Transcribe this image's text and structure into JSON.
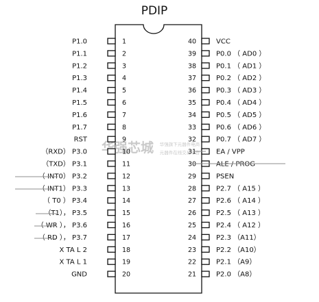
{
  "title": "PDIP",
  "left_pins": [
    {
      "num": "1",
      "label": "P1.0"
    },
    {
      "num": "2",
      "label": "P1.1"
    },
    {
      "num": "3",
      "label": "P1.2"
    },
    {
      "num": "4",
      "label": "P1.3"
    },
    {
      "num": "5",
      "label": "P1.4"
    },
    {
      "num": "6",
      "label": "P1.5"
    },
    {
      "num": "7",
      "label": "P1.6"
    },
    {
      "num": "8",
      "label": "P1.7"
    },
    {
      "num": "9",
      "label": "RST"
    },
    {
      "num": "10",
      "label": "（RXD） P3.0"
    },
    {
      "num": "11",
      "label": "（TXD） P3.1"
    },
    {
      "num": "12",
      "label": "（ INT0） P3.2"
    },
    {
      "num": "13",
      "label": "（ INT1） P3.3"
    },
    {
      "num": "14",
      "label": "（ T0 ） P3.4"
    },
    {
      "num": "15",
      "label": "（T1）， P3.5"
    },
    {
      "num": "16",
      "label": "（ WR ）， P3.6"
    },
    {
      "num": "17",
      "label": "（ RD ）， P3.7"
    },
    {
      "num": "18",
      "label": "X TA L 2"
    },
    {
      "num": "19",
      "label": "X TA L 1"
    },
    {
      "num": "20",
      "label": "GND"
    }
  ],
  "right_pins": [
    {
      "num": "40",
      "label": "VCC"
    },
    {
      "num": "39",
      "label": "P0.0 （ AD0 ）"
    },
    {
      "num": "38",
      "label": "P0.1 （ AD1 ）"
    },
    {
      "num": "37",
      "label": "P0.2 （ AD2 ）"
    },
    {
      "num": "36",
      "label": "P0.3 （ AD3 ）"
    },
    {
      "num": "35",
      "label": "P0.4 （ AD4 ）"
    },
    {
      "num": "34",
      "label": "P0.5 （ AD5 ）"
    },
    {
      "num": "33",
      "label": "P0.6 （ AD6 ）"
    },
    {
      "num": "32",
      "label": "P0.7 （ AD7 ）"
    },
    {
      "num": "31",
      "label": "EA / VPP"
    },
    {
      "num": "30",
      "label": "ALE / PROG"
    },
    {
      "num": "29",
      "label": "PSEN"
    },
    {
      "num": "28",
      "label": "P2.7 （ A15 ）"
    },
    {
      "num": "27",
      "label": "P2.6 （ A14 ）"
    },
    {
      "num": "26",
      "label": "P2.5 （ A13 ）"
    },
    {
      "num": "25",
      "label": "P2.4 （ A12 ）"
    },
    {
      "num": "24",
      "label": "P2.3 （A11）"
    },
    {
      "num": "23",
      "label": "P2.2 （A10）"
    },
    {
      "num": "22",
      "label": "P2.1 （A9）"
    },
    {
      "num": "21",
      "label": "P2.0 （A8）"
    }
  ],
  "watermark": {
    "main": "华强芯城",
    "sub1": "华强旗下元器件电商",
    "sub2": "元器件在线交易平台"
  },
  "colors": {
    "line": "#111111",
    "overbar": "#8c8c8c",
    "watermark": "#c9c9c9"
  }
}
